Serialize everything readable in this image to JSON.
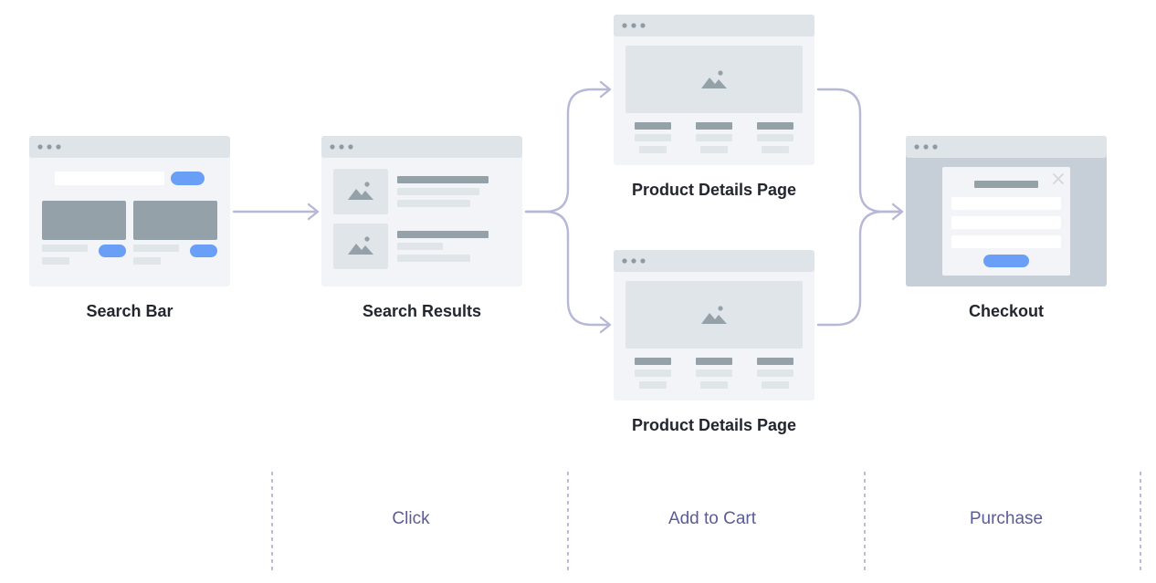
{
  "screens": {
    "search_bar": {
      "label": "Search Bar"
    },
    "search_results": {
      "label": "Search Results"
    },
    "product_details_top": {
      "label": "Product Details Page"
    },
    "product_details_bottom": {
      "label": "Product Details Page"
    },
    "checkout": {
      "label": "Checkout"
    }
  },
  "stages": [
    {
      "label": "Click"
    },
    {
      "label": "Add to Cart"
    },
    {
      "label": "Purchase"
    }
  ],
  "icons": {
    "window_dots": "window-controls-icon",
    "image_placeholder": "image-placeholder-icon",
    "close": "close-icon",
    "arrow": "arrow-right-icon"
  },
  "colors": {
    "window_bg": "#f2f4f7",
    "window_bar": "#dfe4e9",
    "accent_blue": "#6a9ff7",
    "arrow": "#b6b8d6",
    "stage_text": "#5a5c97"
  }
}
